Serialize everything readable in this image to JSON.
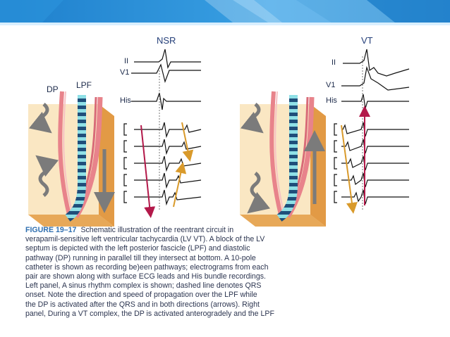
{
  "figure": {
    "panel_left_title": "NSR",
    "panel_right_title": "VT",
    "left_labels": {
      "dp": "DP",
      "lpf": "LPF",
      "ii": "II",
      "v1": "V1",
      "his": "His"
    },
    "right_labels": {
      "ii": "II",
      "v1": "V1",
      "his": "His"
    }
  },
  "caption": {
    "figure_label": "FIGURE 19–17",
    "first_line": "Schematic illustration of the reentrant circuit in",
    "lines": [
      "verapamil-sensitive left ventricular tachycardia (LV VT). A block of the LV",
      "septum is depicted with the left posterior fascicle (LPF) and diastolic",
      "pathway (DP) running in parallel till they intersect at bottom. A 10-pole",
      "catheter is shown as recording be)een pathways; electrograms from each",
      "pair are shown along with surface ECG leads and His bundle recordings.",
      "Left panel, A sinus rhythm complex is shown; dashed line denotes QRS",
      "onset. Note the direction and speed of propagation over the LPF while",
      "the DP is activated after the QRS and in both directions (arrows). Right",
      "panel, During a VT complex, the DP is activated anterogradely and the LPF"
    ]
  },
  "colors": {
    "band_blue": "#2d8fd6",
    "band_light": "#9ed3f4",
    "septum_orange": "#f0b36a",
    "septum_light": "#fbe7c4",
    "catheter_dark": "#1f4e7a",
    "catheter_light": "#7ad0d8",
    "arrow_red": "#b3194a",
    "arrow_orange": "#d99a2b",
    "arrow_gray": "#7b7b7b"
  }
}
